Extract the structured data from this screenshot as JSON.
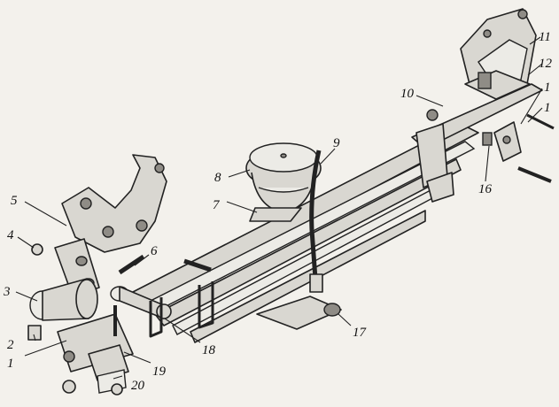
{
  "figure": {
    "callouts": [
      {
        "id": "1",
        "label": "1"
      },
      {
        "id": "2",
        "label": "2"
      },
      {
        "id": "3",
        "label": "3"
      },
      {
        "id": "4",
        "label": "4"
      },
      {
        "id": "5",
        "label": "5"
      },
      {
        "id": "6",
        "label": "6"
      },
      {
        "id": "7",
        "label": "7"
      },
      {
        "id": "8",
        "label": "8"
      },
      {
        "id": "9",
        "label": "9"
      },
      {
        "id": "10",
        "label": "10"
      },
      {
        "id": "11",
        "label": "11"
      },
      {
        "id": "12",
        "label": "12"
      },
      {
        "id": "13",
        "label": "1"
      },
      {
        "id": "14",
        "label": "1"
      },
      {
        "id": "16",
        "label": "16"
      },
      {
        "id": "17",
        "label": "17"
      },
      {
        "id": "18",
        "label": "18"
      },
      {
        "id": "19",
        "label": "19"
      },
      {
        "id": "20",
        "label": "20"
      }
    ]
  }
}
